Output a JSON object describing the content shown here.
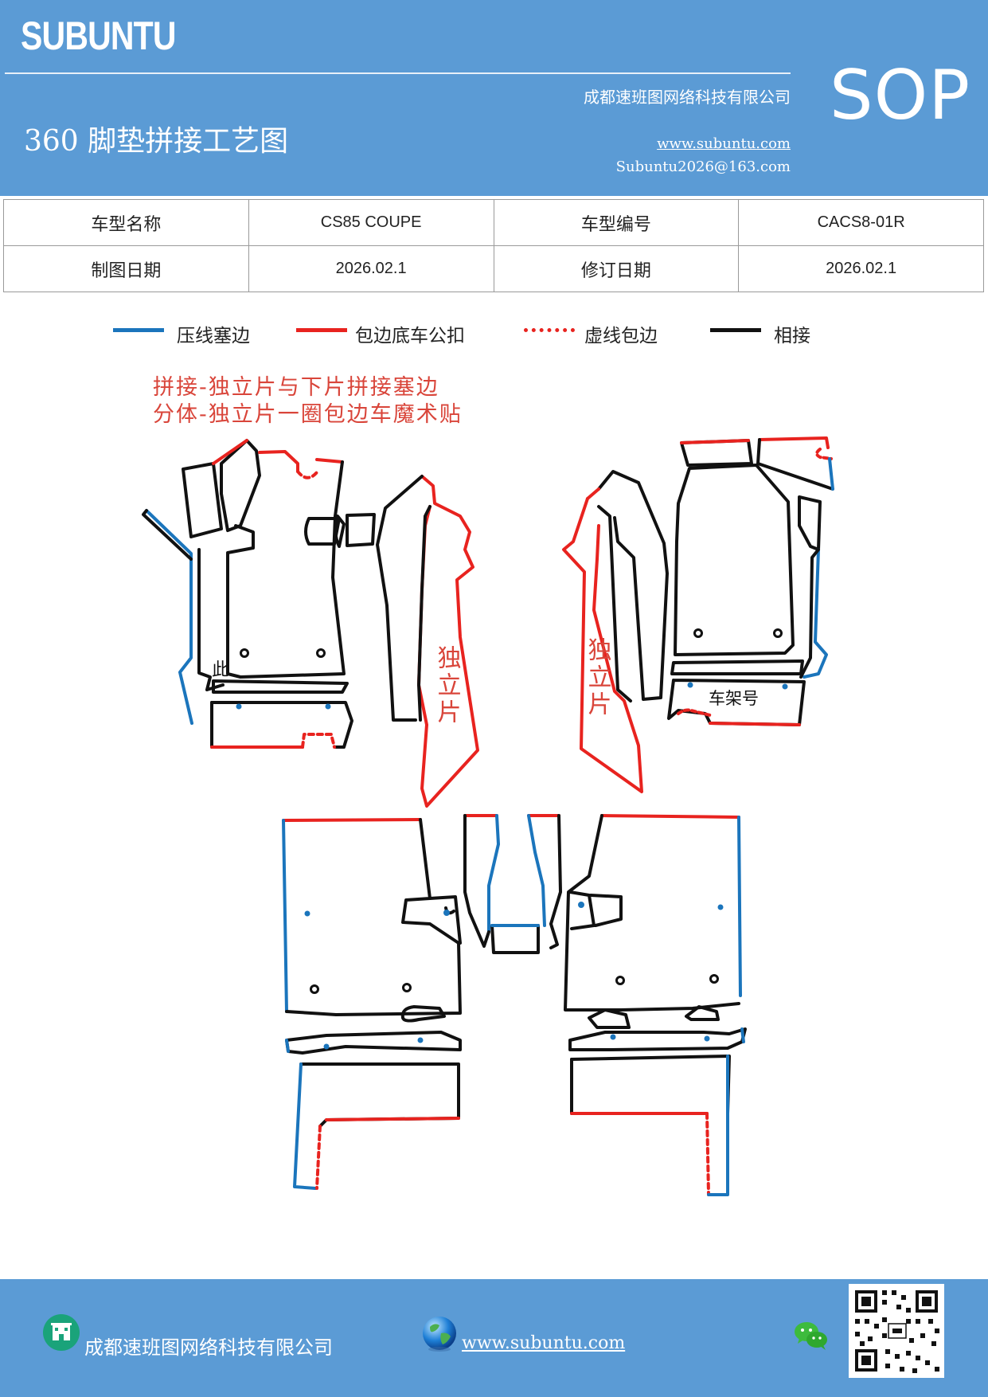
{
  "header": {
    "brand": "SUBUNTU",
    "company": "成都速班图网络科技有限公司",
    "title": "360 脚垫拼接工艺图",
    "website": "www.subuntu.com",
    "email": "Subuntu2026@163.com",
    "doc_type": "SOP"
  },
  "info": {
    "model_name_label": "车型名称",
    "model_name": "CS85 COUPE",
    "model_code_label": "车型编号",
    "model_code": "CACS8-01R",
    "draw_date_label": "制图日期",
    "draw_date": "2026.02.1",
    "revise_date_label": "修订日期",
    "revise_date": "2026.02.1"
  },
  "legend": [
    {
      "label": "压线塞边",
      "color": "#1b75bc",
      "style": "solid"
    },
    {
      "label": "包边底车公扣",
      "color": "#e8231f",
      "style": "solid"
    },
    {
      "label": "虚线包边",
      "color": "#e8231f",
      "style": "dotted"
    },
    {
      "label": "相接",
      "color": "#111111",
      "style": "solid"
    }
  ],
  "notes": {
    "line1": "拼接-独立片与下片拼接塞边",
    "line2": "分体-独立片一圈包边车魔术贴"
  },
  "diagram_labels": {
    "standalone_left": "独立片",
    "standalone_right": "独立片",
    "side_mark": "此",
    "vin": "车架号"
  },
  "colors": {
    "header_bg": "#5b9bd5",
    "blue_edge": "#1b75bc",
    "red_edge": "#e8231f",
    "black_edge": "#111111"
  },
  "footer": {
    "company": "成都速班图网络科技有限公司",
    "website": "www.subuntu.com",
    "icons": [
      "building-icon",
      "globe-icon",
      "wechat-icon",
      "qr-code-icon"
    ]
  }
}
